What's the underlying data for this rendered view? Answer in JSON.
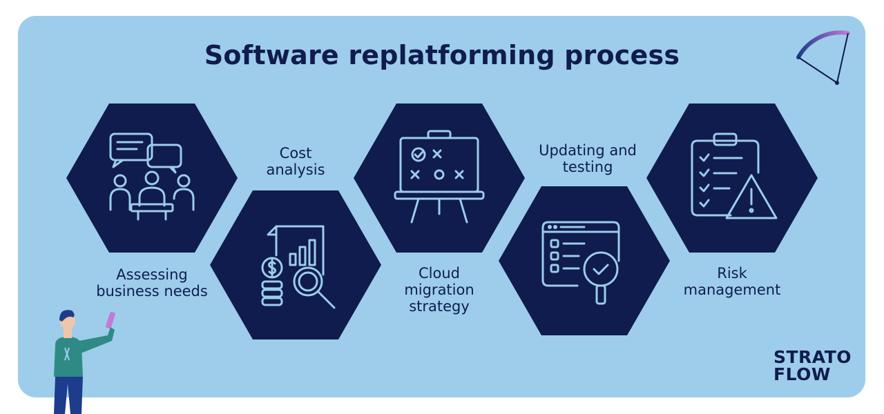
{
  "title": "Software replatforming process",
  "steps": [
    {
      "label_line1": "Assessing",
      "label_line2": "business needs",
      "icon": "meeting-icon"
    },
    {
      "label_line1": "Cost",
      "label_line2": "analysis",
      "icon": "cost-analysis-icon"
    },
    {
      "label_line1": "Cloud",
      "label_line2": "migration",
      "label_line3": "strategy",
      "icon": "strategy-board-icon"
    },
    {
      "label_line1": "Updating and",
      "label_line2": "testing",
      "icon": "browser-testing-icon"
    },
    {
      "label_line1": "Risk",
      "label_line2": "management",
      "icon": "risk-clipboard-icon"
    }
  ],
  "logo": {
    "line1": "STRATO",
    "line2": "FLOW"
  },
  "colors": {
    "background": "#9dcdeb",
    "hexagon": "#0f1c4d",
    "text": "#0f1c4d",
    "accent": "#c27ad8"
  }
}
